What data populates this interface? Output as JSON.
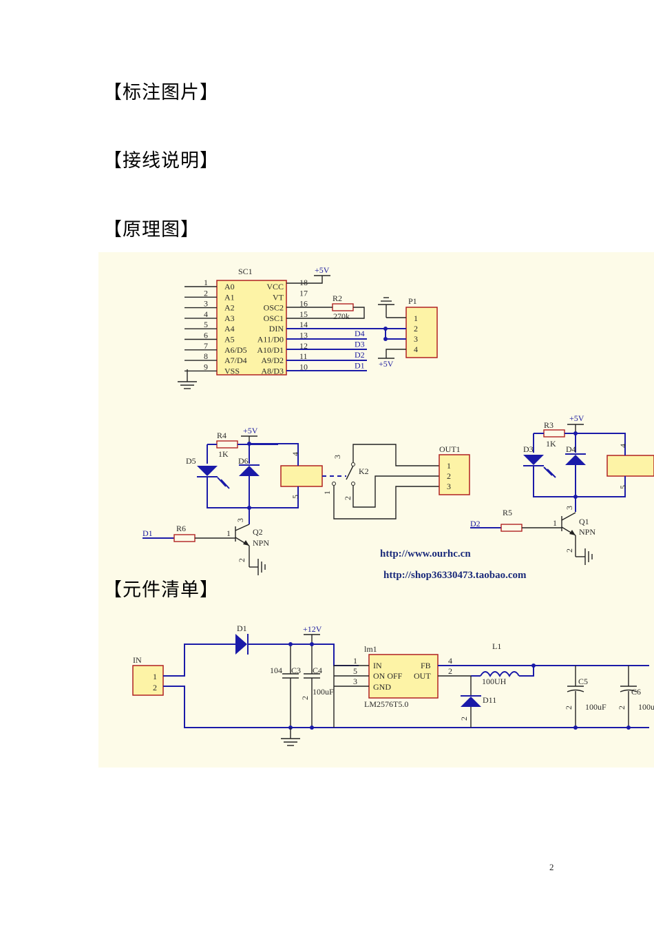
{
  "headings": {
    "label_pic": "【标注图片】",
    "wiring": "【接线说明】",
    "schematic": "【原理图】",
    "parts_list": "【元件清单】"
  },
  "schematic": {
    "sc1": {
      "name": "SC1",
      "left_pins": [
        "1",
        "2",
        "3",
        "4",
        "5",
        "6",
        "7",
        "8",
        "9"
      ],
      "left_names": [
        "A0",
        "A1",
        "A2",
        "A3",
        "A4",
        "A5",
        "A6/D5",
        "A7/D4",
        "VSS"
      ],
      "right_names": [
        "VCC",
        "VT",
        "OSC2",
        "OSC1",
        "DIN",
        "A11/D0",
        "A10/D1",
        "A9/D2",
        "A8/D3"
      ],
      "right_pins": [
        "18",
        "17",
        "16",
        "15",
        "14",
        "13",
        "12",
        "11",
        "10"
      ],
      "nets": [
        "D4",
        "D3",
        "D2",
        "D1"
      ]
    },
    "r2": {
      "name": "R2",
      "value": "270k"
    },
    "p1": {
      "name": "P1",
      "pins": [
        "1",
        "2",
        "3",
        "4"
      ]
    },
    "plus5v": "+5V",
    "relay1": {
      "r4": "R4",
      "r4_val": "1K",
      "d5": "D5",
      "d6": "D6",
      "k2": "K2",
      "out1": "OUT1",
      "out_pins": [
        "1",
        "2",
        "3"
      ],
      "r6": "R6",
      "d1_net": "D1",
      "q2": "Q2",
      "npn": "NPN",
      "coil_pins": [
        "4",
        "5"
      ],
      "sw_pins": [
        "3",
        "1",
        "2"
      ],
      "q_pins": [
        "1",
        "2",
        "3"
      ]
    },
    "relay2": {
      "r3": "R3",
      "r3_val": "1K",
      "d3": "D3",
      "d4": "D4",
      "r5": "R5",
      "d2_net": "D2",
      "q1": "Q1",
      "npn": "NPN",
      "coil_pins": [
        "4",
        "5"
      ],
      "q_pins": [
        "1",
        "2",
        "3"
      ]
    },
    "urls": [
      "http://www.ourhc.cn",
      "http://shop36330473.taobao.com"
    ],
    "power": {
      "in": "IN",
      "in_pins": [
        "1",
        "2"
      ],
      "d1": "D1",
      "plus12v": "+12V",
      "c3_val": "104",
      "c3": "C3",
      "c4": "C4",
      "c4_val": "100uF",
      "lm": "lm1",
      "lm_part": "LM2576T5.0",
      "lm_pins": [
        "1",
        "5",
        "3",
        "4",
        "2"
      ],
      "lm_in": "IN",
      "lm_onoff": "ON OFF",
      "lm_gnd": "GND",
      "lm_fb": "FB",
      "lm_out": "OUT",
      "l1": "L1",
      "l1_val": "100UH",
      "d11": "D11",
      "c5": "C5",
      "c5_val": "100uF",
      "c6": "C6",
      "c6_val": "100u",
      "cap_pin": "2"
    }
  },
  "page_number": "2"
}
